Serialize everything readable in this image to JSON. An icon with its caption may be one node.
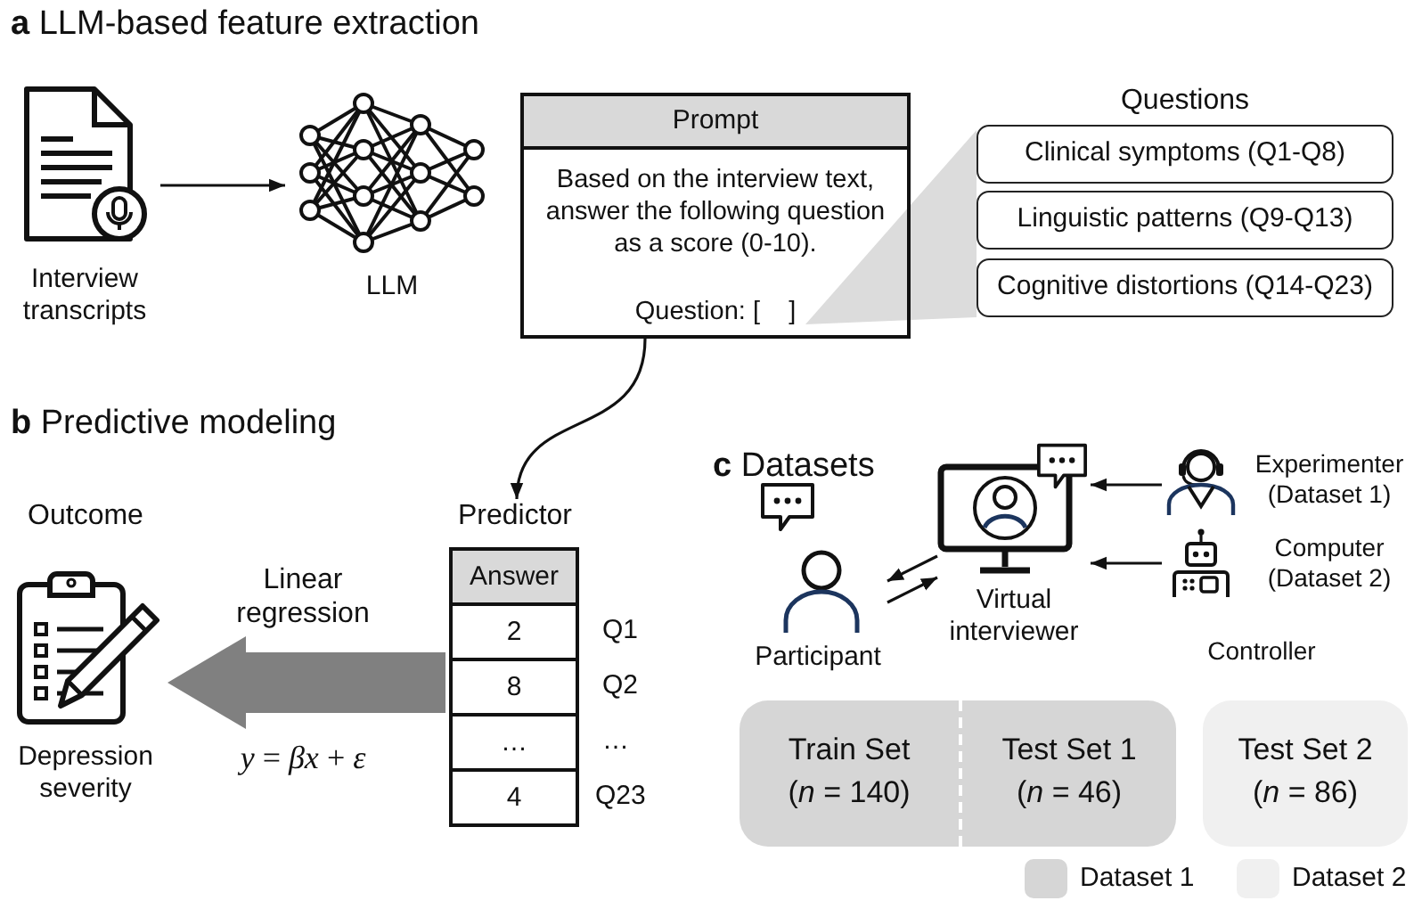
{
  "diagram": {
    "nodes": [
      {
        "text": [
          "Interview transcripts"
        ]
      },
      {
        "text": [
          "LLM"
        ]
      },
      {
        "text": [
          "Prompt",
          "Based on the interview text, answer the following question as a score (0-10).",
          "Question: [    ]"
        ]
      },
      {
        "text": [],
        "shape": "triangle"
      },
      {
        "text": [
          "Clinical symptoms (Q1-Q8)"
        ]
      },
      {
        "text": [
          "Linguistic patterns (Q9-Q13)"
        ]
      },
      {
        "text": [
          "Cognitive distortions (Q14-Q23)"
        ]
      },
      {
        "text": [
          "Outcome",
          "Depression severity"
        ]
      },
      {
        "text": [
          "Predictor"
        ]
      },
      {
        "text": [
          "Answer"
        ],
        "in": 8
      },
      {
        "text": [
          "2"
        ],
        "in": 8,
        "beside": [
          "Q1"
        ]
      },
      {
        "text": [
          "8"
        ],
        "in": 8,
        "beside": [
          "Q2"
        ]
      },
      {
        "text": [
          "…"
        ],
        "in": 8,
        "beside": [
          "…"
        ]
      },
      {
        "text": [
          "4"
        ],
        "in": 8,
        "beside": [
          "Q23"
        ]
      },
      {
        "text": [
          "Participant"
        ]
      },
      {
        "text": [
          "Virtual interviewer"
        ]
      },
      {
        "text": [
          "Experimenter (Dataset 1)"
        ]
      },
      {
        "text": [
          "Computer (Dataset 2)"
        ]
      },
      {
        "text": [
          "Train Set",
          "(*n* = 140)"
        ]
      },
      {
        "text": [
          "Test Set 1",
          "(*n* = 46)"
        ]
      },
      {
        "text": [
          "Test Set 2",
          "(*n* = 86)"
        ]
      }
    ],
    "edges": [
      {
        "from": 0,
        "to": 1,
        "arrow": "to"
      },
      {
        "from": 2,
        "to": 8,
        "arrow": "to"
      },
      {
        "from": 8,
        "to": 7,
        "arrow": "to",
        "label": "Linear regression",
        "style": "thick",
        "color": "#808080"
      },
      {
        "from": 14,
        "to": 15,
        "arrow": "to"
      },
      {
        "from": 15,
        "to": 14,
        "arrow": "to"
      },
      {
        "from": 16,
        "to": 15,
        "arrow": "to"
      },
      {
        "from": 17,
        "to": 15,
        "arrow": "to"
      }
    ],
    "labels": [
      "**a** LLM-based feature extraction",
      "Questions",
      "**b** Predictive modeling",
      "*y* = *βx* + *ε*",
      "**c** Datasets",
      "Controller"
    ],
    "legend": [
      {
        "text": "Dataset 1",
        "color": "#d6d6d6"
      },
      {
        "text": "Dataset 2",
        "color": "#f0f0f0"
      }
    ]
  }
}
